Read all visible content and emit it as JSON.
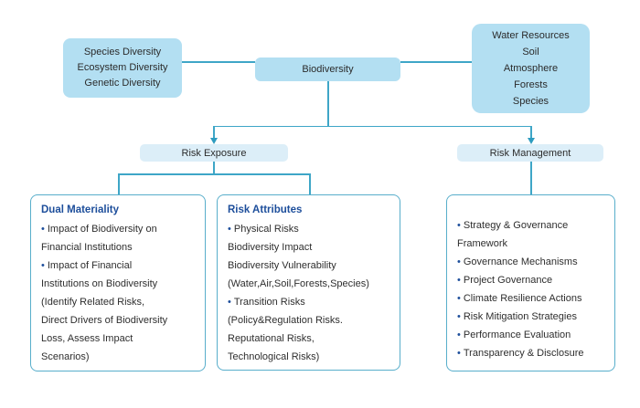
{
  "diagram": {
    "top_left_box": {
      "lines": [
        "Species Diversity",
        "Ecosystem Diversity",
        "Genetic Diversity"
      ]
    },
    "center_box": {
      "label": "Biodiversity"
    },
    "top_right_box": {
      "lines": [
        "Water Resources",
        "Soil",
        "Atmosphere",
        "Forests",
        "Species"
      ]
    },
    "branch_left": {
      "label": "Risk Exposure"
    },
    "branch_right": {
      "label": "Risk Management"
    },
    "dual_materiality": {
      "title": "Dual Materiality",
      "lines": [
        "•Impact of Biodiversity on",
        "Financial Institutions",
        "•Impact of Financial",
        "Institutions on Biodiversity",
        "(Identify Related Risks,",
        "Direct Drivers of Biodiversity",
        "Loss, Assess Impact",
        "Scenarios)"
      ]
    },
    "risk_attributes": {
      "title": "Risk Attributes",
      "lines": [
        "•Physical Risks",
        "Biodiversity Impact",
        "Biodiversity Vulnerability",
        "(Water,Air,Soil,Forests,Species)",
        "•Transition Risks",
        "(Policy&Regulation Risks.",
        "Reputational Risks,",
        "Technological Risks)"
      ]
    },
    "risk_management_detail": {
      "lines": [
        "•Strategy & Governance",
        "Framework",
        "•Governance Mechanisms",
        "•Project Governance",
        "•Climate Resilience Actions",
        "•Risk Mitigation Strategies",
        "•Performance Evaluation",
        "•Transparency & Disclosure"
      ]
    },
    "colors": {
      "node_fill": "#b3dff2",
      "branch_fill": "#dceef8",
      "connector": "#3ea6c7",
      "detail_border": "#58aecb",
      "title_text": "#1d4e9b",
      "body_text": "#2e2e2e"
    }
  }
}
